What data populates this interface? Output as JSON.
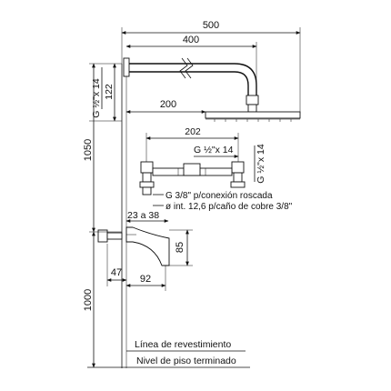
{
  "dimensions": {
    "arm_total": "500",
    "arm_length": "400",
    "arm_drop": "200",
    "pipe_thread_top": "G ½\"x 14",
    "pipe_height_top": "122",
    "shower_height": "1050",
    "mixer_width": "202",
    "mixer_thread_inner": "G ½\"x 14",
    "mixer_thread_right": "G ½\"x 14",
    "spout_offset": "23 a 38",
    "spout_height": "85",
    "spout_base": "47",
    "spout_reach": "92",
    "tap_height": "1000"
  },
  "notes": {
    "connection_thread": "G 3/8\" p/conexión roscada",
    "copper_pipe": "ø int. 12,6 p/caño de cobre 3/8\""
  },
  "reference_lines": {
    "finish_line": "Línea de revestimiento",
    "floor_line": "Nivel de piso terminado"
  }
}
